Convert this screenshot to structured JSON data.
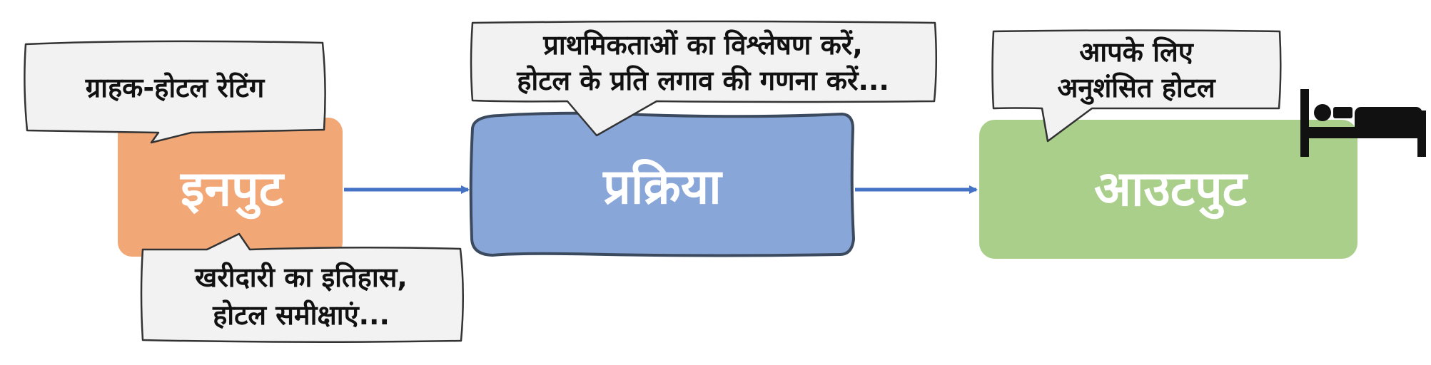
{
  "stages": {
    "input": {
      "label": "इनपुट",
      "color": "#f2a777"
    },
    "process": {
      "label": "प्रक्रिया",
      "color": "#89a6d9",
      "border": "#3b4a5e"
    },
    "output": {
      "label": "आउटपुट",
      "color": "#a9cf8b"
    }
  },
  "callouts": {
    "input_top": {
      "line1": "ग्राहक-होटल रेटिंग"
    },
    "input_bottom": {
      "line1": "खरीदारी का इतिहास,",
      "line2": "होटल समीक्षाएं..."
    },
    "process_top": {
      "line1": "प्राथमिकताओं का विश्लेषण करें,",
      "line2": "होटल के प्रति लगाव की गणना करें..."
    },
    "output_top": {
      "line1": "आपके लिए",
      "line2": "अनुशंसित होटल"
    }
  },
  "icons": {
    "output": "bed-icon"
  },
  "colors": {
    "arrow": "#4472c4",
    "bubble_fill": "#f2f2f2",
    "bubble_stroke": "#333333",
    "icon": "#111111"
  }
}
